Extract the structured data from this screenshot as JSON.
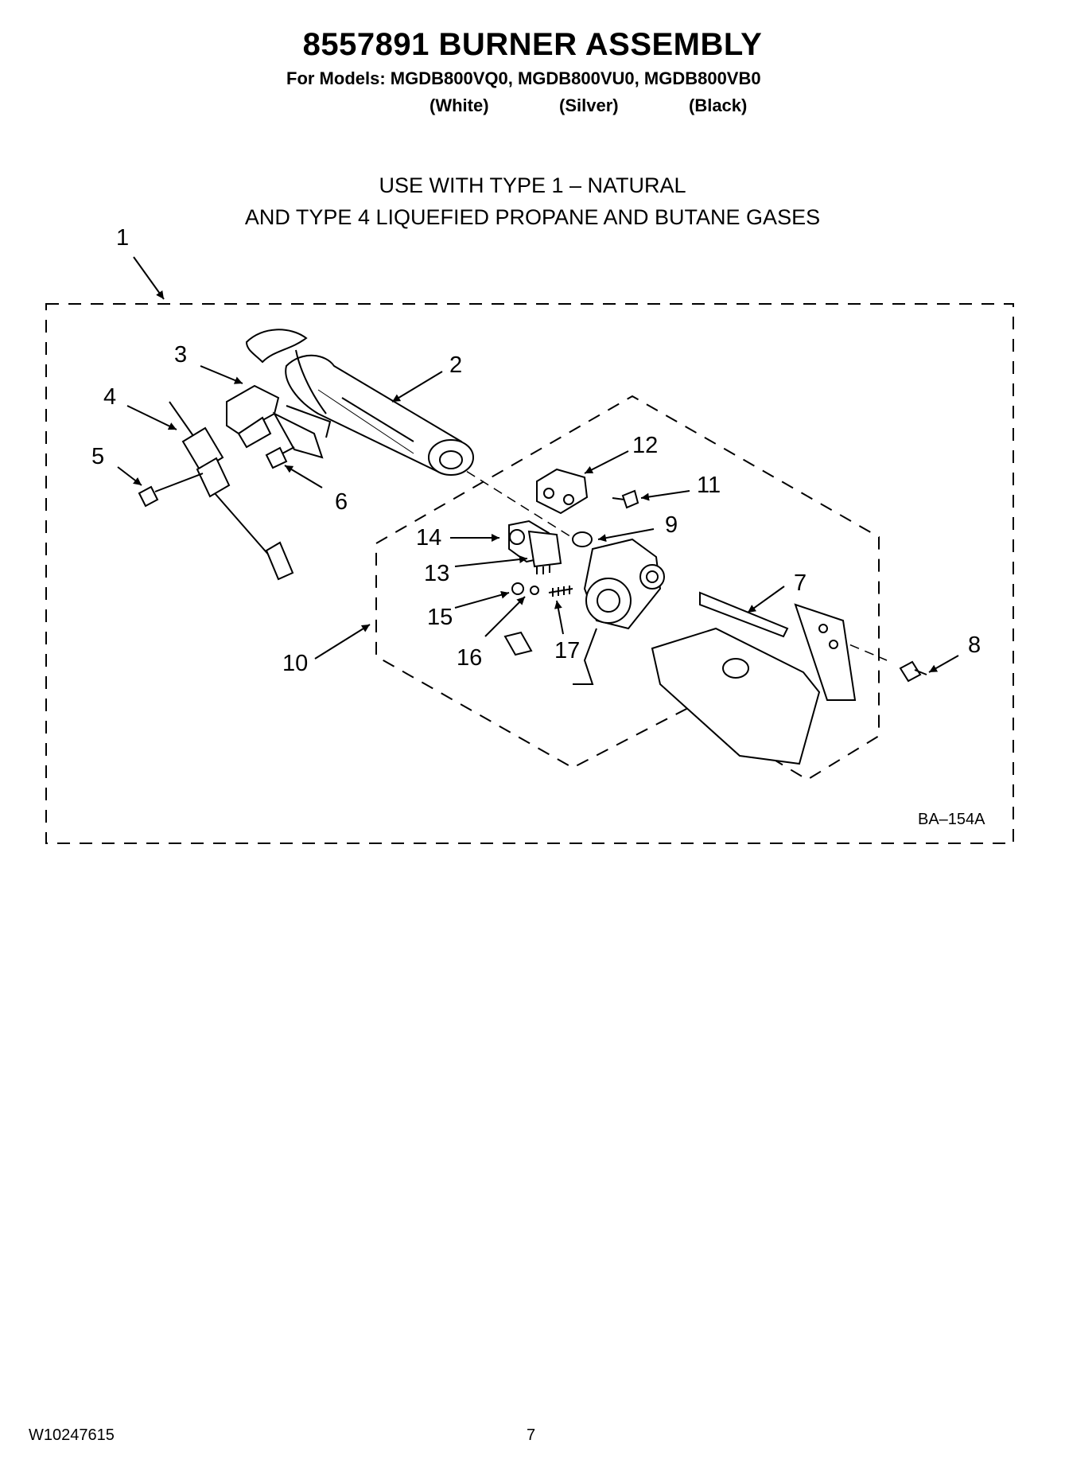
{
  "header": {
    "title": "8557891 BURNER ASSEMBLY",
    "models_line": "For Models: MGDB800VQ0, MGDB800VU0, MGDB800VB0",
    "colors": [
      "(White)",
      "(Silver)",
      "(Black)"
    ]
  },
  "usage": {
    "line1": "USE WITH TYPE 1 –  NATURAL",
    "line2": "AND TYPE 4    LIQUEFIED PROPANE AND BUTANE GASES"
  },
  "diagram": {
    "callouts": [
      "1",
      "2",
      "3",
      "4",
      "5",
      "6",
      "7",
      "8",
      "9",
      "10",
      "11",
      "12",
      "13",
      "14",
      "15",
      "16",
      "17"
    ],
    "figure_ref": "BA–154A"
  },
  "footer": {
    "doc_number": "W10247615",
    "page_number": "7"
  }
}
